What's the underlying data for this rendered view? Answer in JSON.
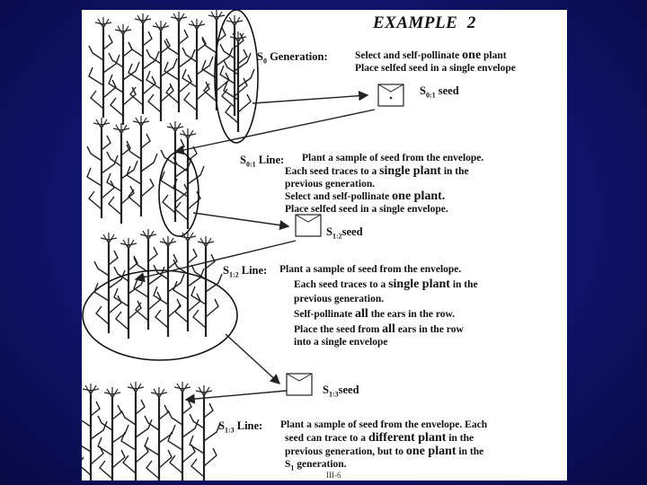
{
  "title": {
    "label": "EXAMPLE",
    "number": "2"
  },
  "s0": {
    "heading": "Generation:",
    "line1_pre": "Select and self-pollinate",
    "line1_em": "one",
    "line1_post": "plant",
    "line2": "Place selfed seed in a single envelope",
    "seed_label": "seed"
  },
  "s01": {
    "heading": "Line:",
    "line1": "Plant a sample of seed from the envelope.",
    "line2_pre": "Each seed traces to a",
    "line2_em": "single plant",
    "line2_post": "in the",
    "line3": "previous  generation.",
    "line4_pre": "Select and self-pollinate",
    "line4_em": "one plant.",
    "line5": "Place selfed seed in a single envelope.",
    "seed_label": "seed"
  },
  "s12": {
    "heading": "Line:",
    "line1": "Plant a sample of seed from the envelope.",
    "line2_pre": "Each seed traces to a",
    "line2_em": "single plant",
    "line2_post": "in the",
    "line3": "previous generation.",
    "line4_pre": "Self-pollinate",
    "line4_em": "all",
    "line4_post": "the ears in the row.",
    "line5_pre": "Place the seed from",
    "line5_em": "all",
    "line5_post": "ears in the row",
    "line6": "into a single envelope",
    "seed_label": "seed"
  },
  "s13": {
    "heading": "Line:",
    "line1": "Plant a sample of seed from the envelope. Each",
    "line2_pre": "seed can trace to a",
    "line2_em": "different plant",
    "line2_post": "in the",
    "line3_pre": "previous generation, but to",
    "line3_em": "one plant",
    "line3_post": "in the",
    "line4": "generation."
  },
  "labels": {
    "S": "S",
    "sub_0": "0",
    "sub_01": "0:1",
    "sub_12": "1:2",
    "sub_13": "1:3",
    "sub_1": "1"
  },
  "page_number": "III-6"
}
